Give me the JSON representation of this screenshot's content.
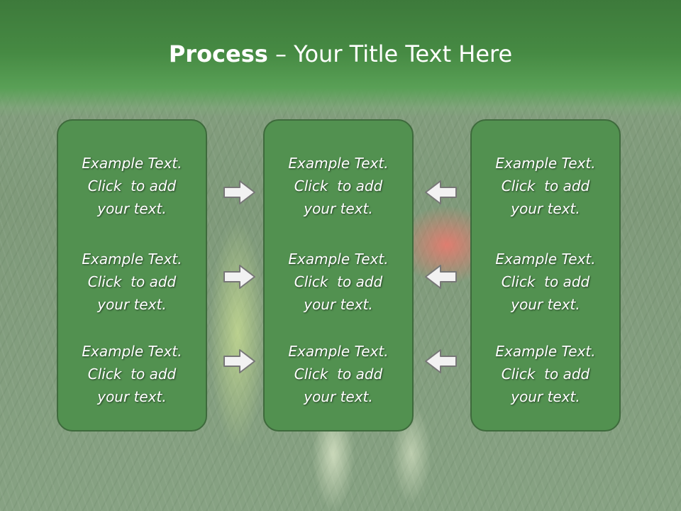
{
  "title": {
    "bold": "Process",
    "separator": " – ",
    "rest": "Your Title Text Here"
  },
  "columns": [
    {
      "items": [
        {
          "line1": "Example Text.",
          "line2": "Click  to add",
          "line3": "your text."
        },
        {
          "line1": "Example Text.",
          "line2": "Click  to add",
          "line3": "your text."
        },
        {
          "line1": "Example Text.",
          "line2": "Click  to add",
          "line3": "your text."
        }
      ]
    },
    {
      "items": [
        {
          "line1": "Example Text.",
          "line2": "Click  to add",
          "line3": "your text."
        },
        {
          "line1": "Example Text.",
          "line2": "Click  to add",
          "line3": "your text."
        },
        {
          "line1": "Example Text.",
          "line2": "Click  to add",
          "line3": "your text."
        }
      ]
    },
    {
      "items": [
        {
          "line1": "Example Text.",
          "line2": "Click  to add",
          "line3": "your text."
        },
        {
          "line1": "Example Text.",
          "line2": "Click  to add",
          "line3": "your text."
        },
        {
          "line1": "Example Text.",
          "line2": "Click  to add",
          "line3": "your text."
        }
      ]
    }
  ],
  "arrows": {
    "left_group": "arrow-right-icon",
    "right_group": "arrow-left-icon"
  },
  "colors": {
    "title_band": "#468a43",
    "box_fill": "#529150",
    "box_border": "#3e6a3c",
    "text": "#ffffff"
  }
}
